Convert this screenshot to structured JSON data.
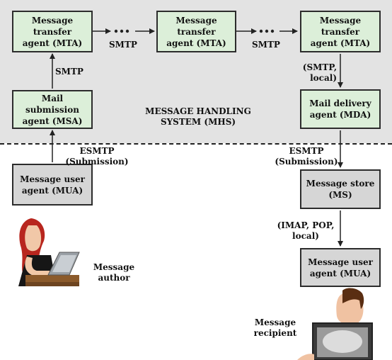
{
  "colors": {
    "mhs_background": "#e3e3e3",
    "green_box": "#dcefd9",
    "gray_box": "#d6d6d6",
    "border": "#2c2c2c"
  },
  "boxes": {
    "mta_left": {
      "line1": "Message transfer",
      "line2": "agent (MTA)"
    },
    "mta_middle": {
      "line1": "Message transfer",
      "line2": "agent (MTA)"
    },
    "mta_right": {
      "line1": "Message transfer",
      "line2": "agent (MTA)"
    },
    "msa": {
      "line1": "Mail submission",
      "line2": "agent (MSA)"
    },
    "mda": {
      "line1": "Mail delivery",
      "line2": "agent (MDA)"
    },
    "mua_sender": {
      "line1": "Message user",
      "line2": "agent (MUA)"
    },
    "ms": {
      "line1": "Message store",
      "line2": "(MS)"
    },
    "mua_recipient": {
      "line1": "Message user",
      "line2": "agent (MUA)"
    }
  },
  "labels": {
    "smtp_1": "SMTP",
    "smtp_2": "SMTP",
    "smtp_msa": "SMTP",
    "smtp_local": {
      "line1": "(SMTP,",
      "line2": "local)"
    },
    "mhs": {
      "line1": "MESSAGE HANDLING",
      "line2": "SYSTEM (MHS)"
    },
    "esmtp_left": {
      "line1": "ESMTP",
      "line2": "(Submission)"
    },
    "esmtp_right": {
      "line1": "ESMTP",
      "line2": "(Submission)"
    },
    "imap_pop": {
      "line1": "(IMAP, POP,",
      "line2": "local)"
    },
    "author": {
      "line1": "Message",
      "line2": "author"
    },
    "recipient": {
      "line1": "Message",
      "line2": "recipient"
    }
  }
}
